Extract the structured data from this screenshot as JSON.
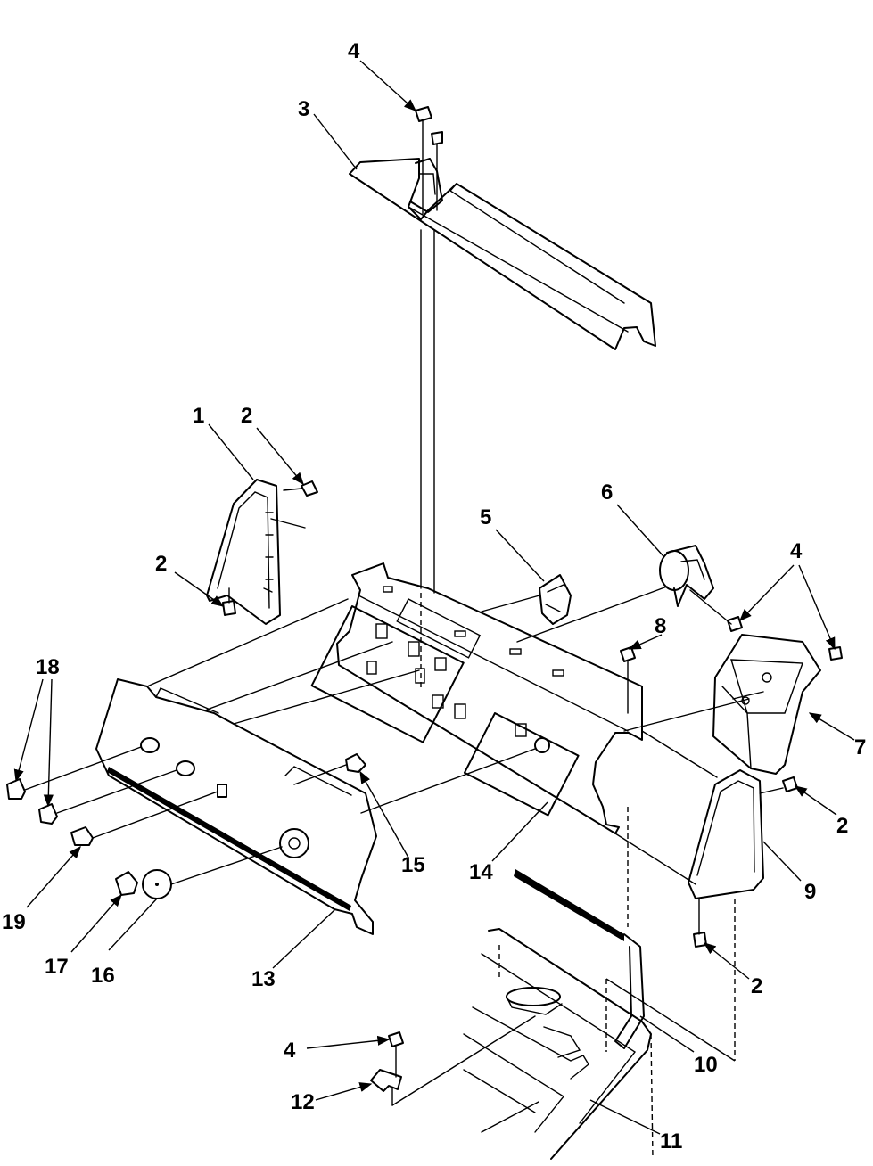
{
  "callouts": {
    "c1": "1",
    "c2a": "2",
    "c2b": "2",
    "c2c": "2",
    "c2d": "2",
    "c3": "3",
    "c4a": "4",
    "c4b": "4",
    "c4c": "4",
    "c5": "5",
    "c6": "6",
    "c7": "7",
    "c8": "8",
    "c9": "9",
    "c10": "10",
    "c11": "11",
    "c12": "12",
    "c13": "13",
    "c14": "14",
    "c15": "15",
    "c16": "16",
    "c17": "17",
    "c18": "18",
    "c19": "19"
  }
}
